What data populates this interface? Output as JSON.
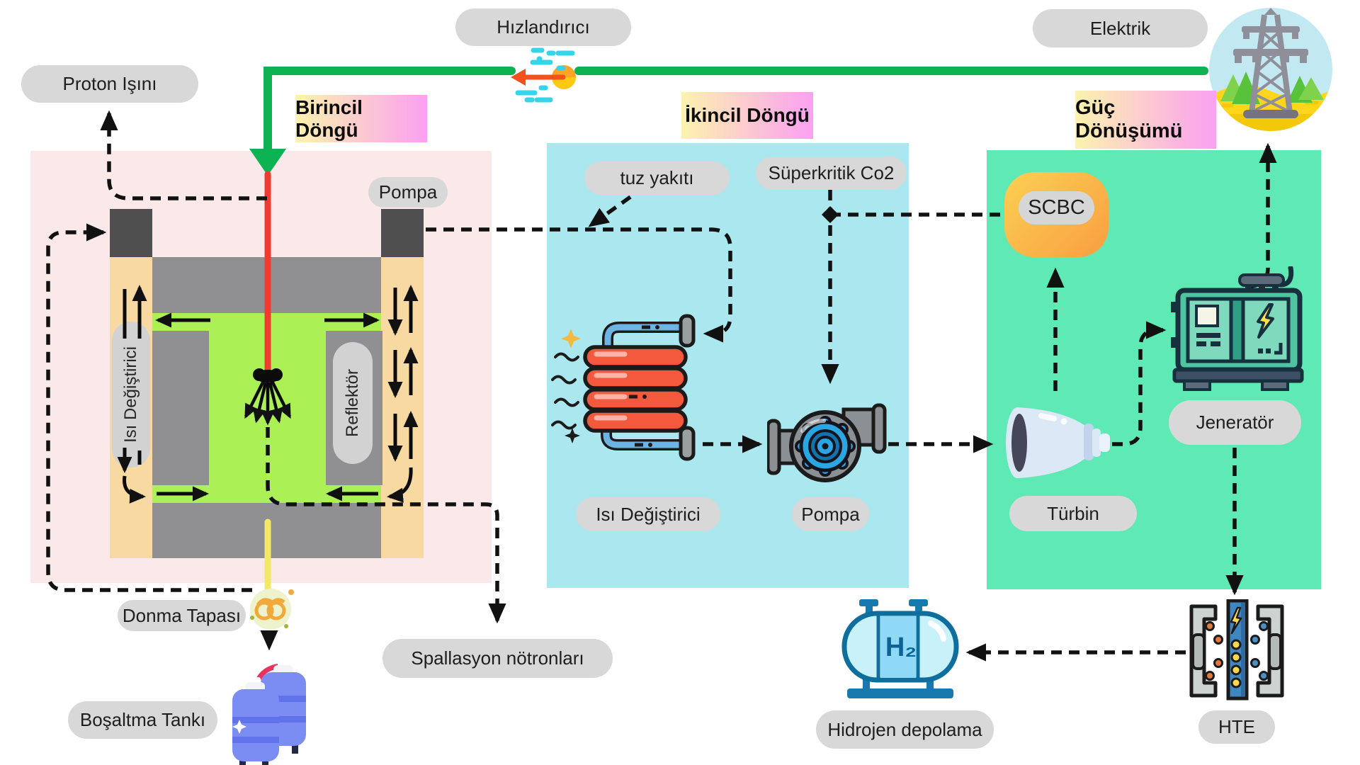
{
  "labels": {
    "proton_beam": "Proton Işını",
    "accelerator": "Hızlandırıcı",
    "electricity": "Elektrik",
    "primary_title": "Birincil Döngü",
    "secondary_title": "İkincil Döngü",
    "power_title": "Güç Dönüşümü",
    "primary_pump": "Pompa",
    "core_heat_exchanger": "Isı Değiştirici",
    "reflector": "Reflektör",
    "freeze_plug": "Donma Tapası",
    "drain_tank": "Boşaltma Tankı",
    "spallation_neutrons": "Spallasyon nötronları",
    "salt_fuel": "tuz yakıtı",
    "supercritical_co2": "Süperkritik Co2",
    "secondary_heat_exchanger": "Isı Değiştirici",
    "secondary_pump": "Pompa",
    "scbc": "SCBC",
    "turbine": "Türbin",
    "generator": "Jeneratör",
    "hte": "HTE",
    "hydrogen_storage": "Hidrojen depolama",
    "h2_symbol": "H₂"
  },
  "colors": {
    "primary_panel": "#fbe9e9",
    "secondary_panel": "#abe7ef",
    "power_panel": "#5fe9b4",
    "vessel_tan": "#f8d9a2",
    "core_green": "#abf155",
    "structure_gray": "#909092",
    "block_dark": "#4f4f4f",
    "power_line_green": "#0db253",
    "beam_red": "#f23b30",
    "drain_yellow": "#f3e867",
    "pill_gray": "#d8d8d8",
    "header_gradient_start": "#fcf3ae",
    "header_gradient_end": "#fba0f2",
    "scbc_gradient_start": "#fbd053",
    "scbc_gradient_end": "#f99e41"
  }
}
